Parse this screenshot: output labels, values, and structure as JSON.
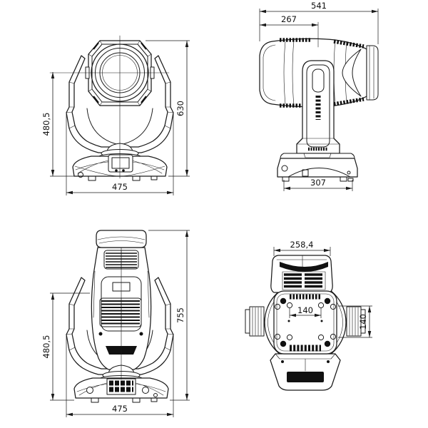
{
  "colors": {
    "line": "#1a1a1a",
    "background": "#ffffff"
  },
  "views": {
    "front": {
      "dim_height_partial": "480,5",
      "dim_height_total": "630",
      "dim_width": "475"
    },
    "side": {
      "dim_length_total": "541",
      "dim_length_front": "267",
      "dim_base_depth": "307"
    },
    "rear": {
      "dim_height_partial": "480,5",
      "dim_height_total": "755",
      "dim_width": "475"
    },
    "bottom": {
      "dim_head_width": "258,4",
      "dim_mount_spacing_h": "140",
      "dim_mount_spacing_v": "140"
    }
  }
}
